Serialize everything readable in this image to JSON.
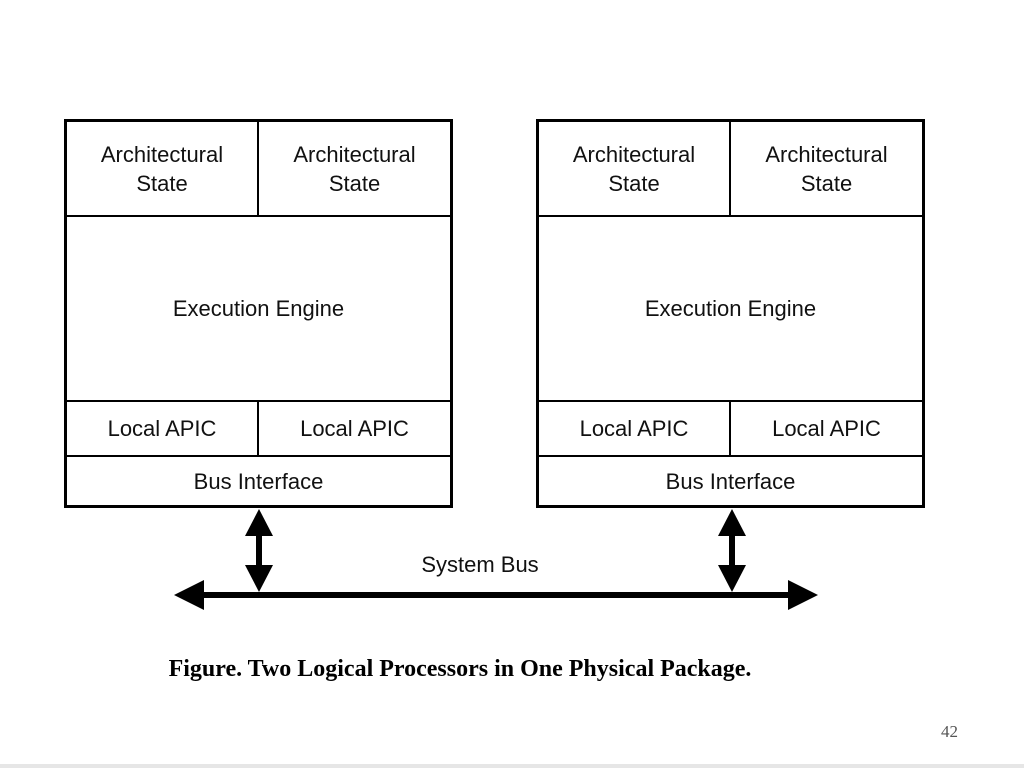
{
  "diagram": {
    "packages": [
      {
        "arch_state_left": "Architectural\nState",
        "arch_state_right": "Architectural\nState",
        "execution_engine": "Execution Engine",
        "local_apic_left": "Local APIC",
        "local_apic_right": "Local APIC",
        "bus_interface": "Bus Interface"
      },
      {
        "arch_state_left": "Architectural\nState",
        "arch_state_right": "Architectural\nState",
        "execution_engine": "Execution Engine",
        "local_apic_left": "Local APIC",
        "local_apic_right": "Local APIC",
        "bus_interface": "Bus Interface"
      }
    ],
    "system_bus_label": "System Bus"
  },
  "caption": "Figure. Two Logical Processors in One Physical Package.",
  "page_number": "42",
  "colors": {
    "line": "#000000",
    "text": "#111111",
    "page_number": "#555555"
  }
}
